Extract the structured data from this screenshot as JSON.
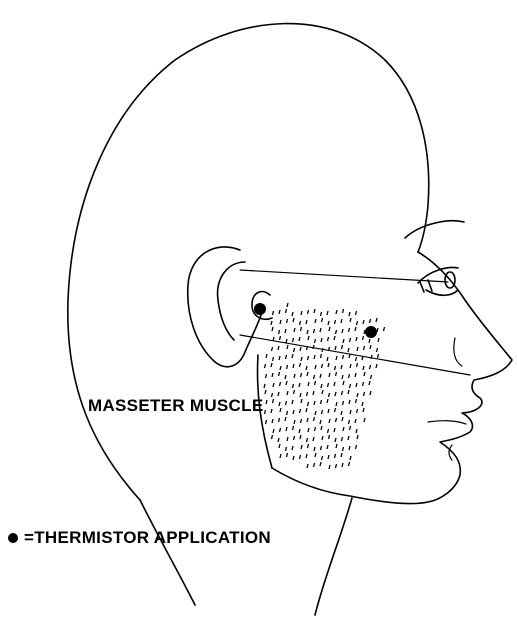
{
  "labels": {
    "muscle": "MASSETER MUSCLE",
    "legend": "=THERMISTOR APPLICATION"
  },
  "legend_icon": "filled-dot",
  "ink_color": "#000000",
  "background_color": "#ffffff"
}
